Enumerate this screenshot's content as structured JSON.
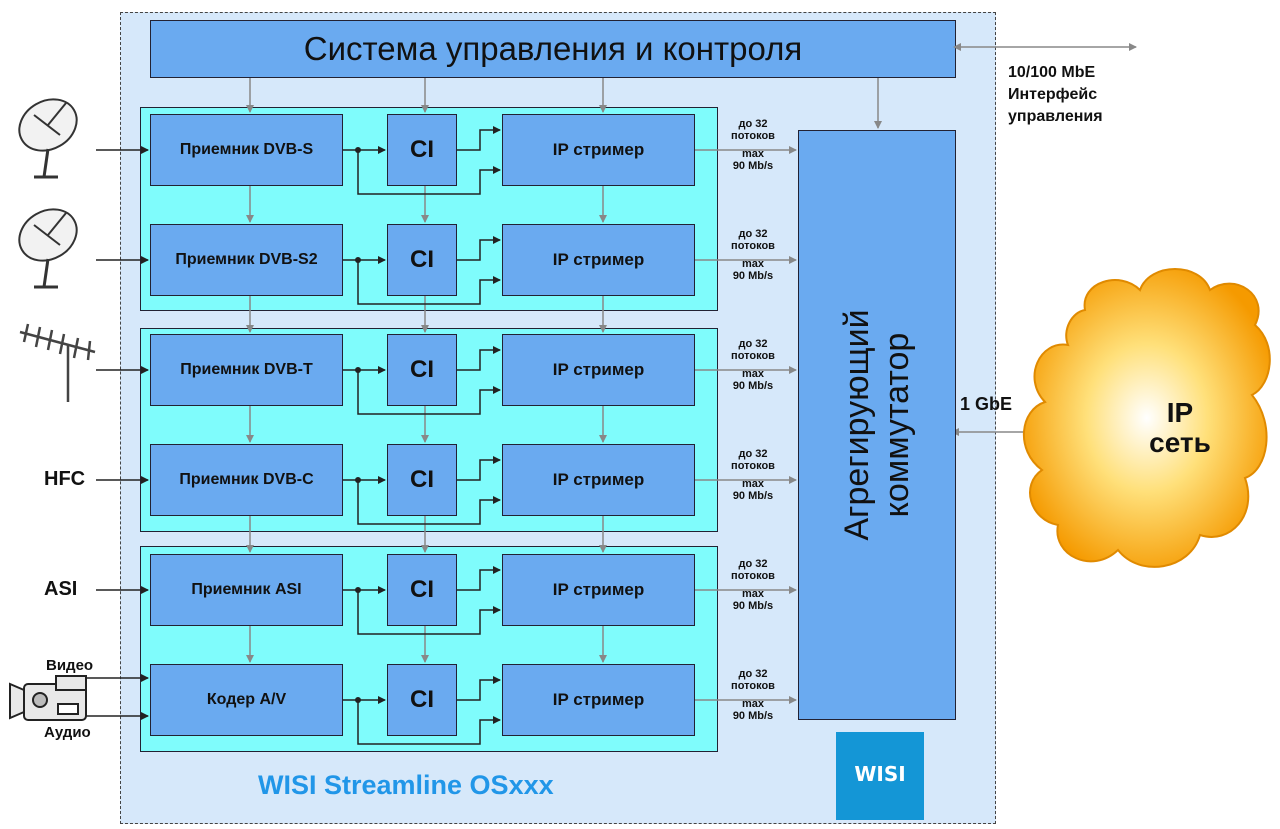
{
  "control_title": "Система управления и контроля",
  "mgmt": {
    "speed": "10/100 MbE",
    "line1": "Интерфейс",
    "line2": "управления"
  },
  "ci_label": "CI",
  "streamer_label": "IP стример",
  "rate": {
    "line1": "до 32",
    "line2": "потоков",
    "line3": "max",
    "line4": "90 Mb/s"
  },
  "receivers": [
    "Приемник DVB-S",
    "Приемник DVB-S2",
    "Приемник DVB-T",
    "Приемник DVB-C",
    "Приемник ASI",
    "Кодер A/V"
  ],
  "switch_label_line1": "Агрегирующий",
  "switch_label_line2": "коммутатор",
  "gbe": "1 GbE",
  "cloud": {
    "line1": "IP",
    "line2": "сеть"
  },
  "inputs": {
    "hfc": "HFC",
    "asi": "ASI",
    "video": "Видео",
    "audio": "Аудио"
  },
  "brand": "WISI Streamline OSxxx",
  "logo_text": "WISI",
  "colors": {
    "block": "#6aaaf0",
    "group": "#7ffcfc",
    "frame": "#d6e8fa",
    "brand": "#2196e8",
    "cloud": "#f5a000"
  },
  "icons": [
    "satellite-dish-icon",
    "satellite-dish-icon",
    "terrestrial-antenna-icon",
    "video-camera-icon",
    "wisi-logo"
  ]
}
